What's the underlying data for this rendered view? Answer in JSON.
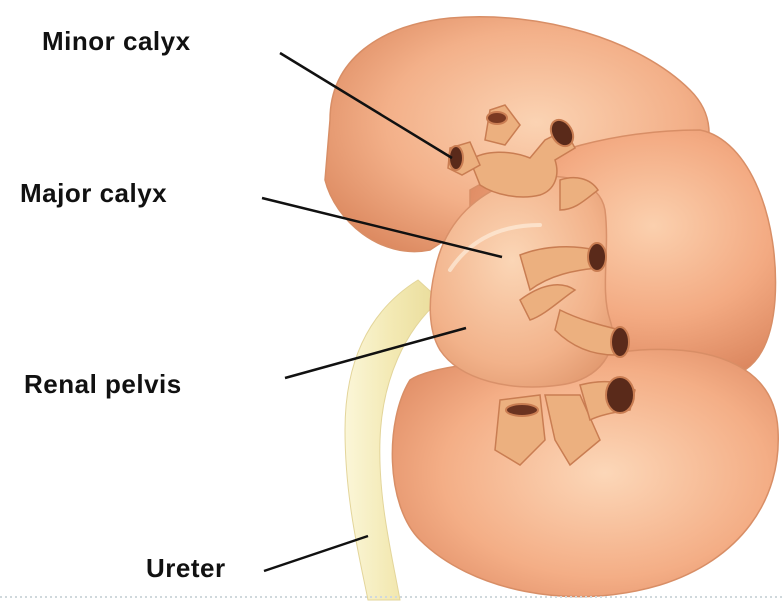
{
  "labels": {
    "minor_calyx": "Minor calyx",
    "major_calyx": "Major calyx",
    "renal_pelvis": "Renal pelvis",
    "ureter": "Ureter"
  },
  "colors": {
    "kidney_light": "#f9c9a4",
    "kidney_mid": "#f0a37a",
    "kidney_dark": "#d97f58",
    "calyx_tube": "#ecb07f",
    "calyx_opening": "#5a2a1a",
    "ureter": "#f6efbf",
    "leader_line": "#111111",
    "label_text": "#111111"
  }
}
